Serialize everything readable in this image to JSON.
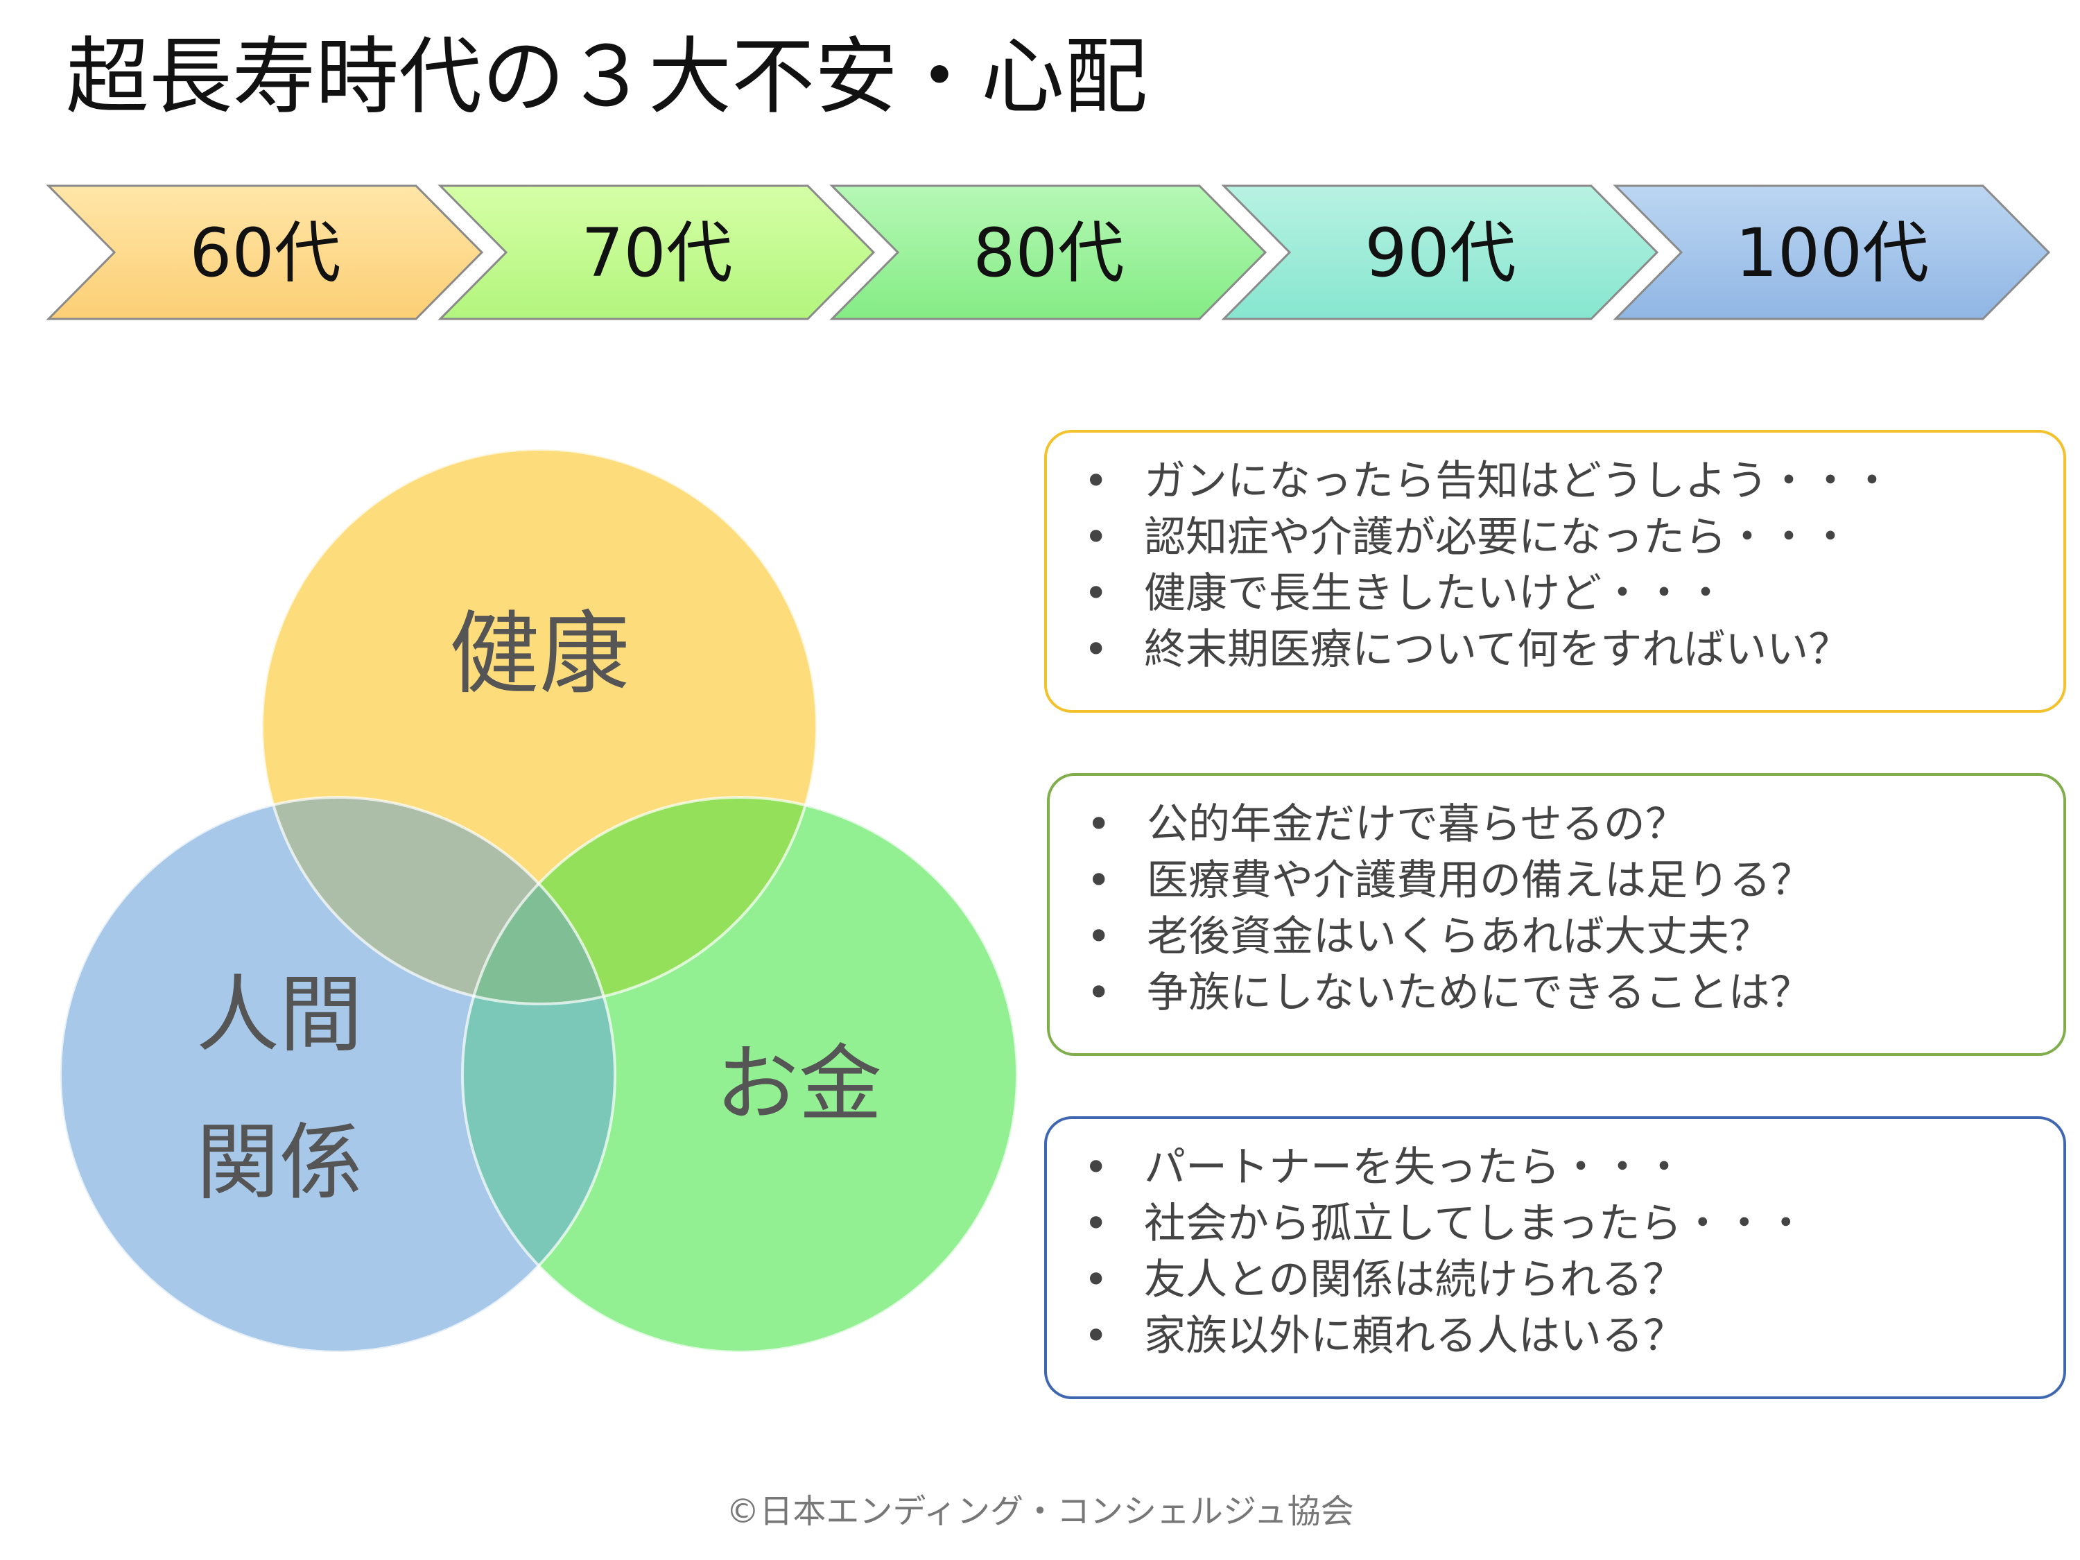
{
  "title": "超長寿時代の３大不安・心配",
  "ages": [
    "60代",
    "70代",
    "80代",
    "90代",
    "100代"
  ],
  "age_colors": [
    [
      "#ffe6a8",
      "#fccf75"
    ],
    [
      "#d6ffa6",
      "#b2f57d"
    ],
    [
      "#b6f8b6",
      "#84ec84"
    ],
    [
      "#b8f2e3",
      "#86e6cf"
    ],
    [
      "#bcd6f2",
      "#90b6e4"
    ]
  ],
  "venn": {
    "health": {
      "label": "健康",
      "color": "#fddc7c"
    },
    "human": {
      "label_line1": "人間",
      "label_line2": "関係",
      "color": "#a7c8e8"
    },
    "money": {
      "label": "お金",
      "color": "#92ef92"
    }
  },
  "boxes": [
    {
      "border_color": "#f2c12b",
      "items": [
        "ガンになったら告知はどうしよう・・・",
        "認知症や介護が必要になったら・・・",
        "健康で長生きしたいけど・・・",
        "終末期医療について何をすればいい？"
      ]
    },
    {
      "border_color": "#7fae4a",
      "items": [
        "公的年金だけで暮らせるの？",
        "医療費や介護費用の備えは足りる？",
        "老後資金はいくらあれば大丈夫？",
        "争族にしないためにできることは？"
      ]
    },
    {
      "border_color": "#3f67b1",
      "items": [
        "パートナーを失ったら・・・",
        "社会から孤立してしまったら・・・",
        "友人との関係は続けられる？",
        "家族以外に頼れる人はいる？"
      ]
    }
  ],
  "footer": "©日本エンディング・コンシェルジュ協会"
}
